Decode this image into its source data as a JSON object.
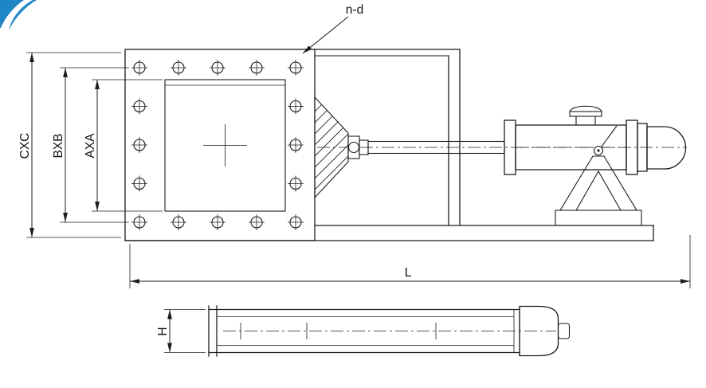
{
  "page": {
    "background": "#ffffff",
    "ink": "#1c1c1c",
    "accent": "#1f86c6"
  },
  "labels": {
    "bolt_holes": "n-d",
    "outer_square": "CXC",
    "bolt_square": "BXB",
    "opening_square": "AXA",
    "overall_length": "L",
    "body_height": "H"
  }
}
